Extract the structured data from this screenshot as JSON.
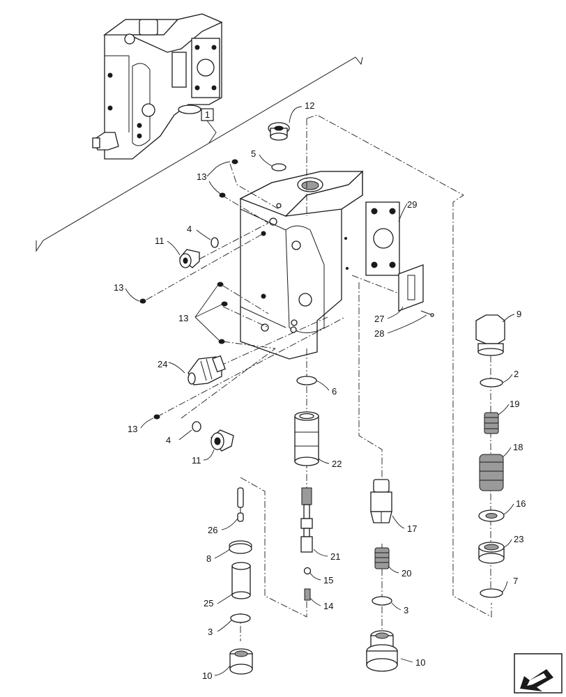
{
  "diagram": {
    "ref_label": "1",
    "parts": {
      "p2": "2",
      "p3a": "3",
      "p3b": "3",
      "p4a": "4",
      "p4b": "4",
      "p5": "5",
      "p6": "6",
      "p7": "7",
      "p8": "8",
      "p9": "9",
      "p10a": "10",
      "p10b": "10",
      "p11a": "11",
      "p11b": "11",
      "p12": "12",
      "p13a": "13",
      "p13b": "13",
      "p13c": "13",
      "p13d": "13",
      "p14": "14",
      "p15": "15",
      "p16": "16",
      "p17": "17",
      "p18": "18",
      "p19": "19",
      "p20": "20",
      "p21": "21",
      "p22": "22",
      "p23": "23",
      "p24": "24",
      "p25": "25",
      "p26": "26",
      "p27": "27",
      "p28": "28",
      "p29": "29"
    }
  },
  "icons": {
    "corner": "arrow-navigation-icon"
  }
}
